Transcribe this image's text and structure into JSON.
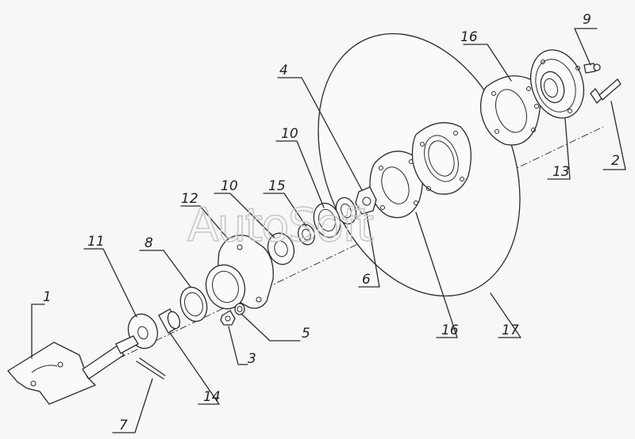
{
  "watermark": "AutoSoft",
  "callouts": {
    "c1": "1",
    "c2": "2",
    "c3": "3",
    "c4": "4",
    "c5": "5",
    "c6": "6",
    "c7": "7",
    "c8": "8",
    "c9": "9",
    "c10a": "10",
    "c10b": "10",
    "c11": "11",
    "c12": "12",
    "c13": "13",
    "c14": "14",
    "c15": "15",
    "c16a": "16",
    "c16b": "16",
    "c17": "17"
  }
}
